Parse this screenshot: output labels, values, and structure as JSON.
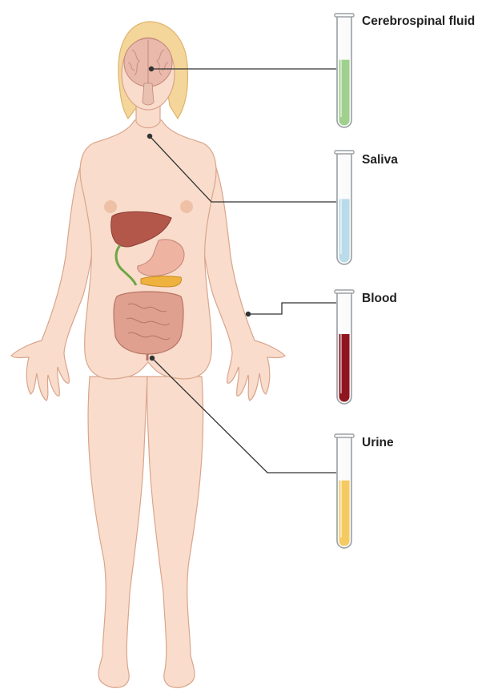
{
  "labels": {
    "csf": "Cerebrospinal fluid",
    "saliva": "Saliva",
    "blood": "Blood",
    "urine": "Urine"
  },
  "colors": {
    "skin": "#f9dccb",
    "skin_shadow": "#eec1a7",
    "skin_outline": "#d9a58c",
    "hair": "#f4d69a",
    "hair_outline": "#dfb46b",
    "brain": "#e9b9ab",
    "liver": "#b3574a",
    "stomach": "#efb3a2",
    "pancreas": "#f0b23f",
    "gallbladder": "#6ea646",
    "intestine": "#dfa08f",
    "csf_fill": "#9fd08e",
    "saliva_fill": "#b9dbea",
    "blood_fill": "#8f1620",
    "urine_fill": "#f5ca61",
    "tube_glass": "#fbfbfb",
    "tube_outline": "#9aa0a3",
    "leader_line": "#333333"
  },
  "tube_fill_levels": {
    "csf": 0.62,
    "saliva": 0.6,
    "blood": 0.64,
    "urine": 0.62
  }
}
